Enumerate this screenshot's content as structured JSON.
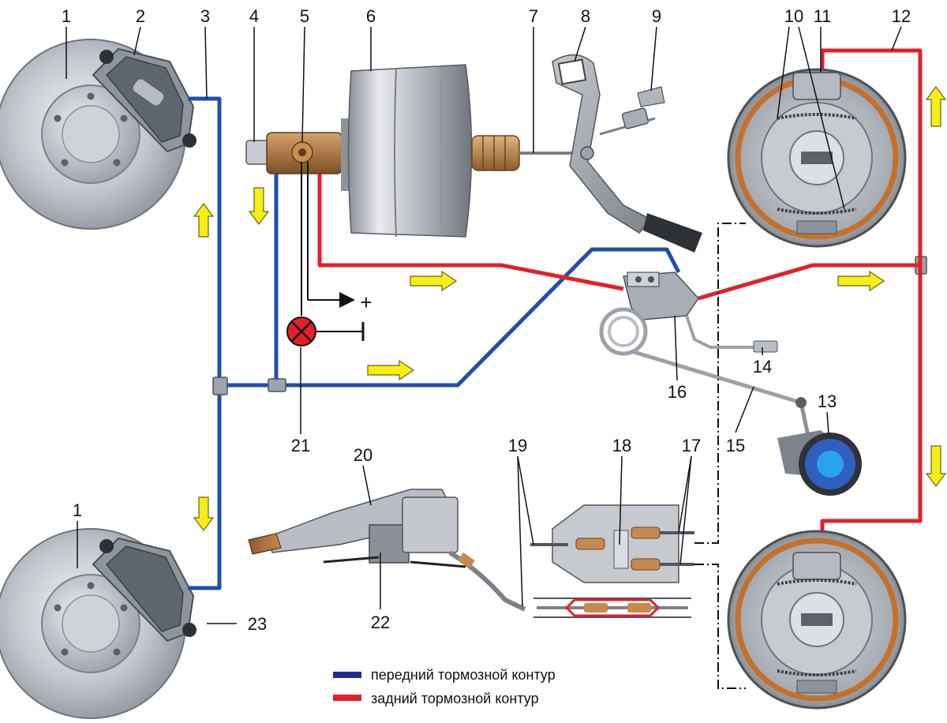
{
  "labels": {
    "l1a": "1",
    "l1b": "1",
    "l2": "2",
    "l3": "3",
    "l4": "4",
    "l5": "5",
    "l6": "6",
    "l7": "7",
    "l8": "8",
    "l9": "9",
    "l10": "10",
    "l11": "11",
    "l12": "12",
    "l13": "13",
    "l14": "14",
    "l15": "15",
    "l16": "16",
    "l17": "17",
    "l18": "18",
    "l19": "19",
    "l20": "20",
    "l21": "21",
    "l22": "22",
    "l23": "23"
  },
  "signs": {
    "plus": "+"
  },
  "legend": {
    "front": "передний тормозной контур",
    "rear": "задний тормозной контур"
  },
  "colors": {
    "front_circuit": "#1f4fa8",
    "rear_circuit": "#e3202a",
    "flow_arrow": "#f5ee1a",
    "warning_lamp": "#e3202a",
    "legend_front": "#1c2f8a",
    "legend_rear": "#e3202a"
  }
}
